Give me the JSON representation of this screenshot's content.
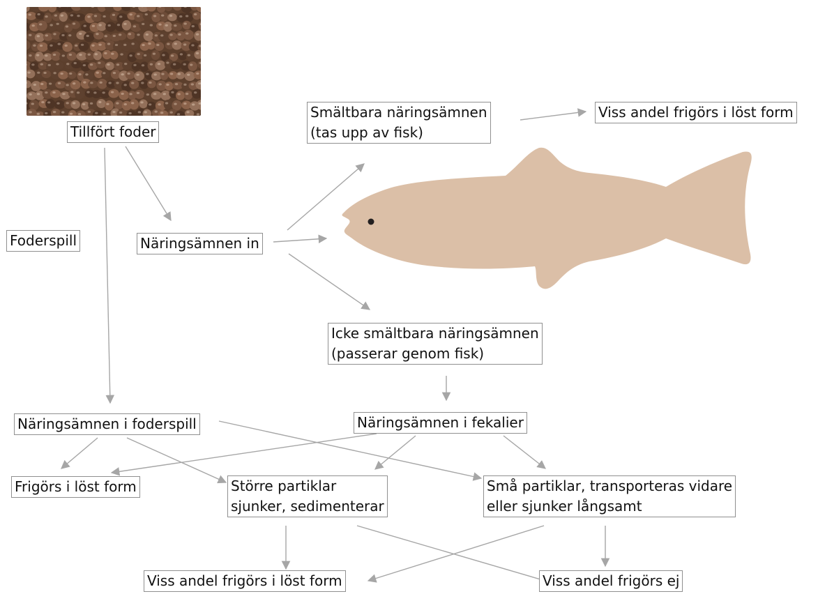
{
  "colors": {
    "arrow": "#a6a6a6",
    "box_border": "#8f8f8f",
    "fish": "#dbbfa7",
    "fish_eye": "#231f20",
    "pellet": "#6d4c38"
  },
  "feed_image": {
    "icon": "feed-pellets-image"
  },
  "fish_image": {
    "icon": "fish-silhouette"
  },
  "nodes": {
    "tillfort_foder": "Tillfört foder",
    "foderspill": "Foderspill",
    "naringsamnen_in": "Näringsämnen in",
    "smaltbara": [
      "Smältbara näringsämnen",
      "(tas upp av fisk)"
    ],
    "viss_andel_top": "Viss andel frigörs i löst form",
    "icke_smaltbara": [
      "Icke smältbara näringsämnen",
      "(passerar genom fisk)"
    ],
    "naringsamnen_foderspill": "Näringsämnen i foderspill",
    "naringsamnen_fekalier": "Näringsämnen i fekalier",
    "frigors_lost": "Frigörs i löst form",
    "storre_partiklar": [
      "Större partiklar",
      "sjunker, sedimenterar"
    ],
    "sma_partiklar": [
      "Små partiklar, transporteras vidare",
      "eller sjunker långsamt"
    ],
    "viss_andel_lost": "Viss andel frigörs i löst form",
    "viss_andel_ej": "Viss andel frigörs ej"
  }
}
